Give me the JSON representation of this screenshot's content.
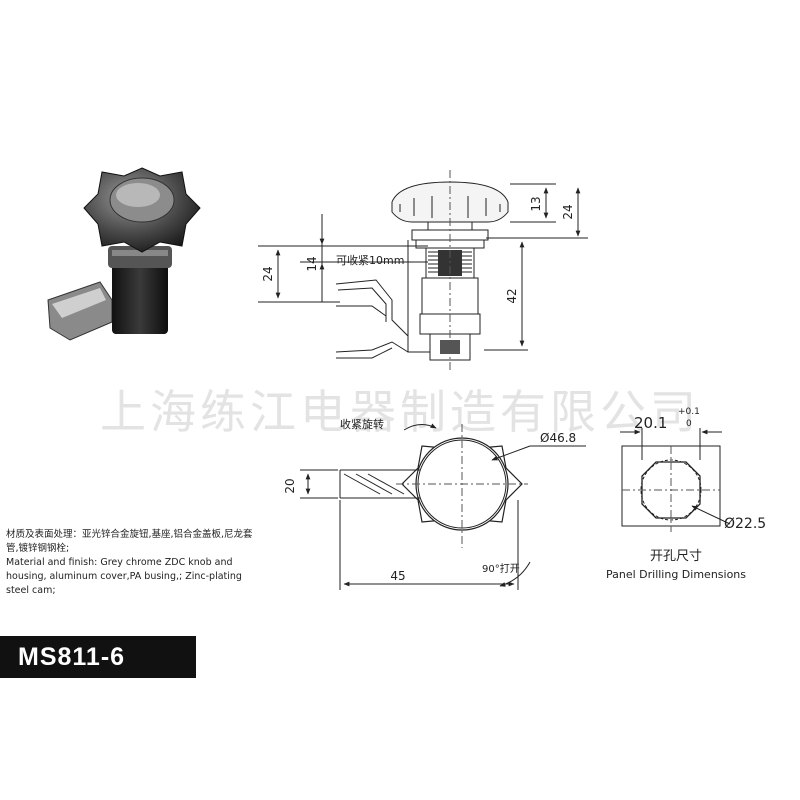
{
  "watermark": "上海练江电器制造有限公司",
  "model": "MS811-6",
  "material": {
    "cn": "材质及表面处理：亚光锌合金旋钮,基座,铝合金盖板,尼龙套管,镀锌钢钢栓;",
    "en": "Material and finish: Grey chrome ZDC knob and housing, aluminum cover,PA busing,; Zinc-plating steel cam;"
  },
  "side_view": {
    "dim_13": "13",
    "dim_24_right": "24",
    "dim_42": "42",
    "dim_14": "14",
    "dim_24_left": "24",
    "note_clamp": "可收紧10mm"
  },
  "front_view": {
    "rotate_label": "收紧旋转",
    "diameter": "Ø46.8",
    "dim_20": "20",
    "dim_45": "45",
    "open_label": "90°打开"
  },
  "panel": {
    "width": "20.1",
    "tol_upper": "+0.1",
    "tol_lower": "0",
    "diameter": "Ø22.5",
    "title_cn": "开孔尺寸",
    "title_en": "Panel Drilling Dimensions"
  }
}
